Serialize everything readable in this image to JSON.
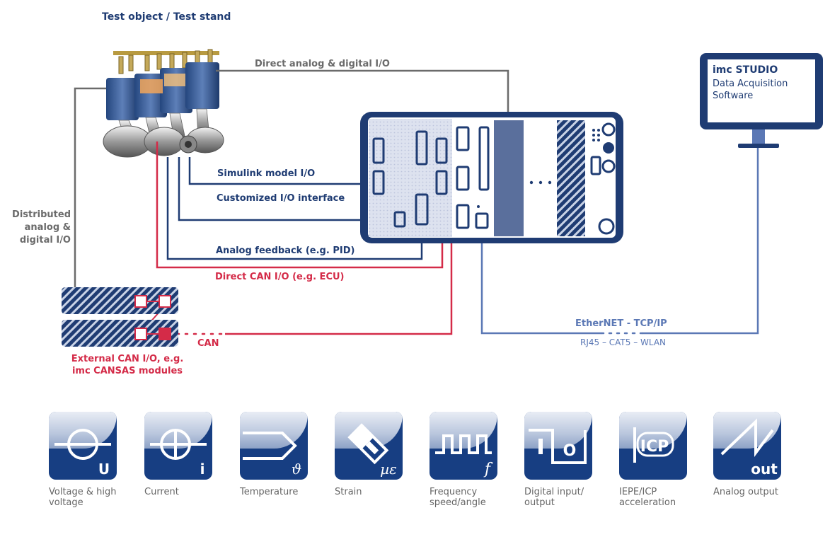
{
  "header": {
    "title": "Test object / Test stand"
  },
  "labels": {
    "direct_analog": "Direct analog & digital I/O",
    "simulink": "Simulink model I/O",
    "customized": "Customized I/O interface",
    "analog_feedback": "Analog feedback (e.g. PID)",
    "direct_can": "Direct CAN I/O (e.g. ECU)",
    "distributed": "Distributed\nanalog &\ndigital I/O",
    "can": "CAN",
    "external_can": "External CAN I/O, e.g.\nimc CANSAS modules",
    "ethernet": "EtherNET - TCP/IP",
    "ethernet_sub": "RJ45 – CAT5 – WLAN"
  },
  "software": {
    "name": "imc STUDIO",
    "line1": "Data Acquisition",
    "line2": "Software"
  },
  "colors": {
    "navy": "#1f3c73",
    "red": "#d42b48",
    "gray": "#6b6b6b",
    "blue": "#5b78b5",
    "tile": "#173e82"
  },
  "tiles": [
    {
      "icon": "voltage-icon",
      "symbol": "U",
      "caption": "Voltage & high\nvoltage"
    },
    {
      "icon": "current-icon",
      "symbol": "i",
      "caption": "Current"
    },
    {
      "icon": "temperature-icon",
      "symbol": "ϑ",
      "caption": "Temperature"
    },
    {
      "icon": "strain-icon",
      "symbol": "µε",
      "caption": "Strain"
    },
    {
      "icon": "frequency-icon",
      "symbol": "f",
      "caption": "Frequency\nspeed/angle"
    },
    {
      "icon": "digital-io-icon",
      "symbol": "I O",
      "caption": "Digital input/\noutput"
    },
    {
      "icon": "iepe-icon",
      "symbol": "ICP",
      "caption": "IEPE/ICP\nacceleration"
    },
    {
      "icon": "analog-output-icon",
      "symbol": "out",
      "caption": "Analog output"
    }
  ]
}
